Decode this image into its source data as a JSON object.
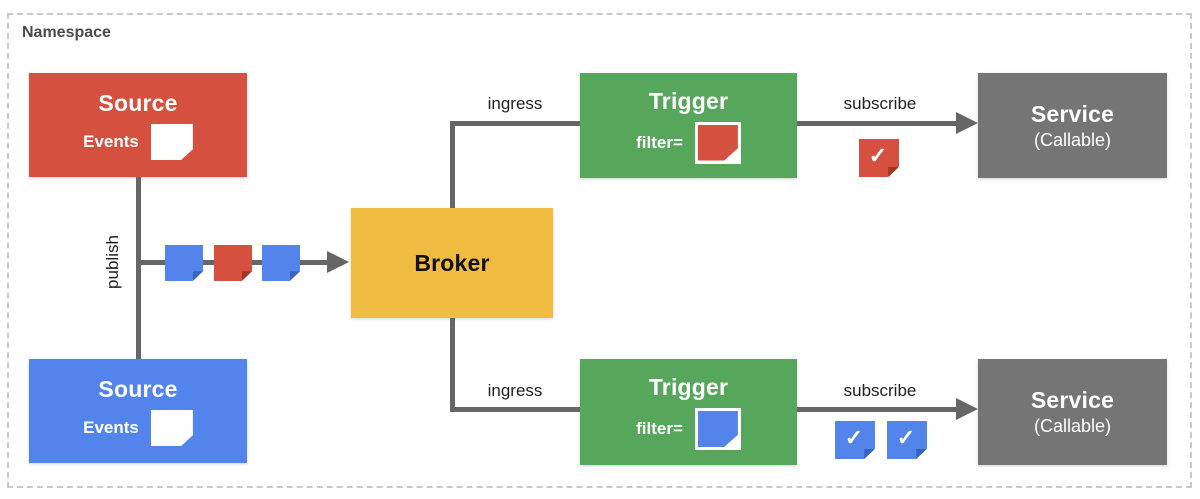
{
  "namespace": {
    "label": "Namespace"
  },
  "colors": {
    "red": "#d6503f",
    "blue": "#5384eb",
    "green": "#56a75c",
    "yellow": "#efbb40",
    "gray": "#757575",
    "line": "#666666",
    "red_fold": "#a33527",
    "blue_fold": "#3a63bf"
  },
  "nodes": {
    "source_top": {
      "title": "Source",
      "events_label": "Events"
    },
    "source_bottom": {
      "title": "Source",
      "events_label": "Events"
    },
    "broker": {
      "title": "Broker"
    },
    "trigger_top": {
      "title": "Trigger",
      "filter_label": "filter=",
      "filter_event_color": "red"
    },
    "trigger_bottom": {
      "title": "Trigger",
      "filter_label": "filter=",
      "filter_event_color": "blue"
    },
    "service_top": {
      "title": "Service",
      "subtitle": "(Callable)"
    },
    "service_bottom": {
      "title": "Service",
      "subtitle": "(Callable)"
    }
  },
  "edges": {
    "publish": {
      "label": "publish"
    },
    "ingress_top": {
      "label": "ingress"
    },
    "ingress_bottom": {
      "label": "ingress"
    },
    "subscribe_top": {
      "label": "subscribe"
    },
    "subscribe_bottom": {
      "label": "subscribe"
    }
  },
  "events": {
    "publish_stream": [
      "blue",
      "red",
      "blue"
    ],
    "delivered_top": [
      {
        "color": "red",
        "check": "✓"
      }
    ],
    "delivered_bottom": [
      {
        "color": "blue",
        "check": "✓"
      },
      {
        "color": "blue",
        "check": "✓"
      }
    ]
  }
}
